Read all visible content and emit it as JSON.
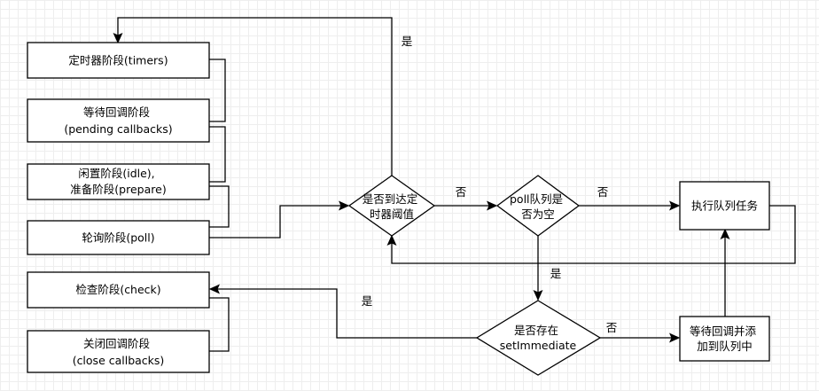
{
  "nodes": {
    "timers": {
      "lines": [
        "定时器阶段(timers)"
      ]
    },
    "pending": {
      "lines": [
        "等待回调阶段",
        "(pending callbacks)"
      ]
    },
    "idle": {
      "lines": [
        "闲置阶段(idle),",
        "准备阶段(prepare)"
      ]
    },
    "poll": {
      "lines": [
        "轮询阶段(poll)"
      ]
    },
    "check": {
      "lines": [
        "检查阶段(check)"
      ]
    },
    "close": {
      "lines": [
        "关闭回调阶段",
        "(close callbacks)"
      ]
    },
    "timer_threshold": {
      "lines": [
        "是否到达定",
        "时器阈值"
      ]
    },
    "poll_empty": {
      "lines": [
        "poll队列是",
        "否为空"
      ]
    },
    "set_immediate": {
      "lines": [
        "是否存在",
        "setImmediate"
      ]
    },
    "exec_queue": {
      "lines": [
        "执行队列任务"
      ]
    },
    "wait_callback": {
      "lines": [
        "等待回调并添",
        "加到队列中"
      ]
    }
  },
  "edge_labels": {
    "threshold_yes": "是",
    "threshold_no": "否",
    "poll_not_empty": "否",
    "poll_is_empty": "是",
    "immediate_yes": "是",
    "immediate_no": "否"
  },
  "colors": {
    "stroke": "#000000",
    "fill": "#ffffff",
    "grid": "#eeeeee"
  }
}
